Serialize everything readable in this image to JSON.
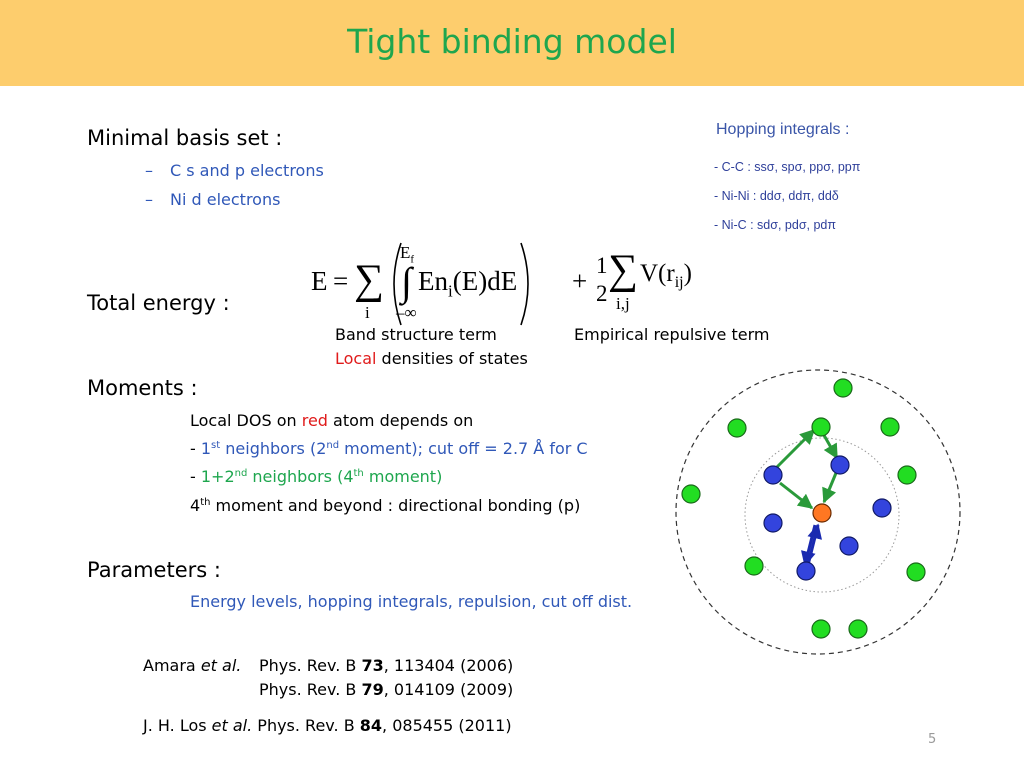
{
  "title": "Tight binding model",
  "minimal_basis": {
    "heading": "Minimal basis set :",
    "items": [
      "C s and p electrons",
      "Ni d electrons"
    ],
    "dash": "–"
  },
  "hopping": {
    "title": "Hopping integrals :",
    "lines": [
      "-  C-C : ssσ, spσ, ppσ, ppπ",
      "-  Ni-Ni : ddσ, ddπ, ddδ",
      "-  Ni-C : sdσ, pdσ, pdπ"
    ]
  },
  "total_energy": {
    "heading": "Total energy :",
    "eq_E": "E",
    "eq_equals": "=",
    "eq_sum": "∑",
    "eq_i": "i",
    "eq_Ef": "E",
    "eq_f": "f",
    "eq_integral": "∫",
    "eq_minf": "–∞",
    "eq_integrand": "En",
    "eq_integrand_i": "i",
    "eq_integrand_rest": "(E)dE",
    "eq_plus": "+",
    "eq_half_num": "1",
    "eq_half_den": "2",
    "eq_sum2": "∑",
    "eq_ij": "i,j",
    "eq_V": "V(r",
    "eq_V_ij": "ij",
    "eq_V_close": ")",
    "band_label": "Band structure term",
    "local_word": "Local",
    "local_rest": " densities of states",
    "empirical_label": "Empirical repulsive term"
  },
  "moments": {
    "heading": "Moments :",
    "line1_a": "Local DOS on ",
    "line1_red": "red",
    "line1_b": " atom depends on",
    "line2_dash": "- ",
    "line2_a": "1",
    "line2_sup": "st",
    "line2_b": " neighbors (2",
    "line2_sup2": "nd",
    "line2_c": " moment); cut off = 2.7 Å for C",
    "line3_dash": "- ",
    "line3_a": "1+2",
    "line3_sup": "nd",
    "line3_b": " neighbors  (4",
    "line3_sup2": "th",
    "line3_c": " moment)",
    "line4_a": "4",
    "line4_sup": "th",
    "line4_b": " moment and beyond : directional bonding (p)"
  },
  "parameters": {
    "heading": "Parameters :",
    "text": "Energy levels, hopping integrals, repulsion, cut off dist."
  },
  "references": {
    "amara_name": "Amara ",
    "amara_etal": "et al.",
    "ref1_a": "Phys. Rev. B ",
    "ref1_vol": "73",
    "ref1_b": ", 113404 (2006)",
    "ref2_a": "Phys. Rev. B ",
    "ref2_vol": "79",
    "ref2_b": ", 014109 (2009)",
    "los_name": "J. H. Los ",
    "los_etal": "et al.",
    "ref3_a": " Phys. Rev. B ",
    "ref3_vol": "84",
    "ref3_b": ", 085455 (2011)"
  },
  "page_number": "5",
  "colors": {
    "header_bg": "#fdcd6d",
    "title": "#1ea64e",
    "green_atom": "#22dd22",
    "blue_atom": "#3344dd",
    "red_atom": "#ff7722",
    "arrow_green": "#2a9a3a",
    "arrow_blue": "#1a2ab0"
  }
}
